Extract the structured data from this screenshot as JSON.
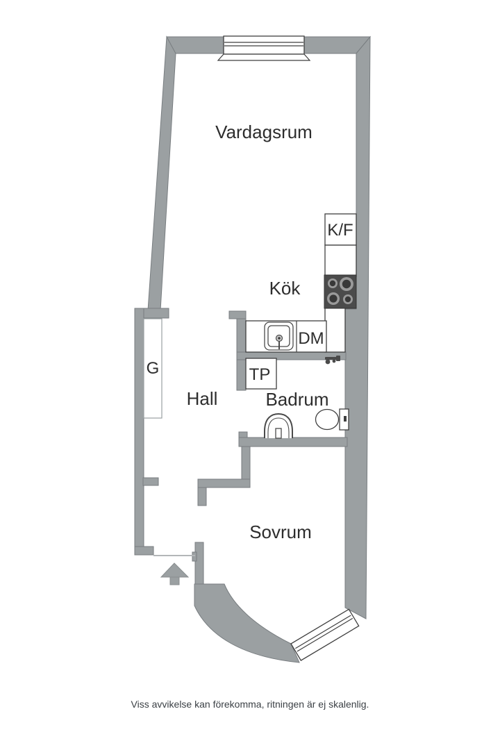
{
  "floorplan": {
    "rooms": {
      "vardagsrum": "Vardagsrum",
      "kok": "Kök",
      "hall": "Hall",
      "badrum": "Badrum",
      "sovrum": "Sovrum"
    },
    "fixtures": {
      "fridge_freezer": "K/F",
      "dishwasher": "DM",
      "laundry": "TP",
      "wardrobe": "G"
    },
    "caption": "Viss avvikelse kan förekomma, ritningen är ej skalenlig.",
    "colors": {
      "wall": "#9ba0a2",
      "wall_outline": "#787d80",
      "stove": "#4b4b4b",
      "burner_ring": "#9a9a9a",
      "burner_center": "#383838",
      "label_text": "#2d2d2d",
      "caption_text": "#3b4045"
    }
  }
}
